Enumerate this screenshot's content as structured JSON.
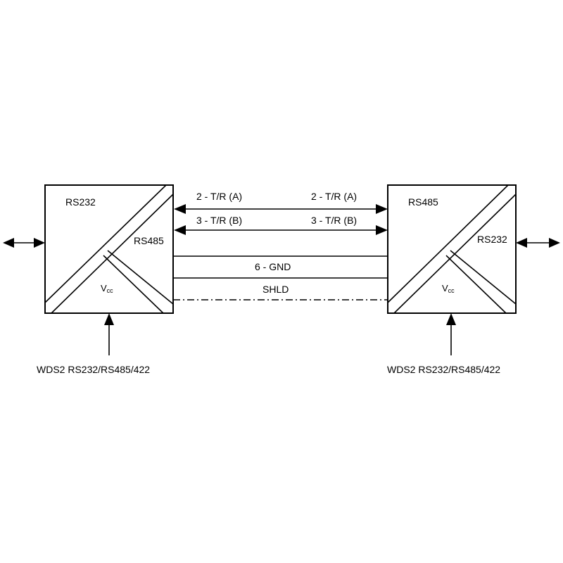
{
  "left_converter": {
    "top_label": "RS232",
    "side_label": "RS485",
    "power_label": "V",
    "power_subscript": "cc",
    "caption": "WDS2 RS232/RS485/422"
  },
  "right_converter": {
    "top_label": "RS485",
    "side_label": "RS232",
    "power_label": "V",
    "power_subscript": "cc",
    "caption": "WDS2 RS232/RS485/422"
  },
  "connections": {
    "line_a_left": "2 - T/R (A)",
    "line_a_right": "2 - T/R (A)",
    "line_b_left": "3 - T/R (B)",
    "line_b_right": "3 - T/R (B)",
    "gnd": "6 - GND",
    "shield": "SHLD"
  }
}
